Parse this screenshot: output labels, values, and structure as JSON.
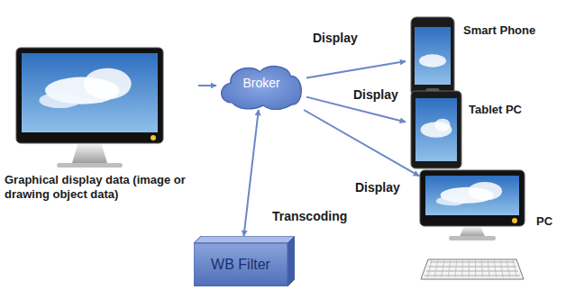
{
  "diagram": {
    "nodes": [
      {
        "text": [
          "Graphical display data (image or drawing object data)"
        ]
      },
      {
        "text": [
          "Broker"
        ]
      },
      {
        "text": [
          "Smart Phone"
        ]
      },
      {
        "text": [
          "Tablet PC"
        ]
      },
      {
        "text": [
          "PC"
        ]
      },
      {
        "text": [
          "WB Filter"
        ]
      }
    ],
    "edges": [
      {
        "from": 0,
        "to": 1,
        "arrow": "to"
      },
      {
        "from": 1,
        "to": 2,
        "label": "Display",
        "arrow": "to"
      },
      {
        "from": 1,
        "to": 3,
        "label": "Display",
        "arrow": "to"
      },
      {
        "from": 1,
        "to": 4,
        "label": "Display",
        "arrow": "to"
      },
      {
        "from": 1,
        "to": 5,
        "label": "Transcoding",
        "arrow": "both"
      }
    ]
  }
}
